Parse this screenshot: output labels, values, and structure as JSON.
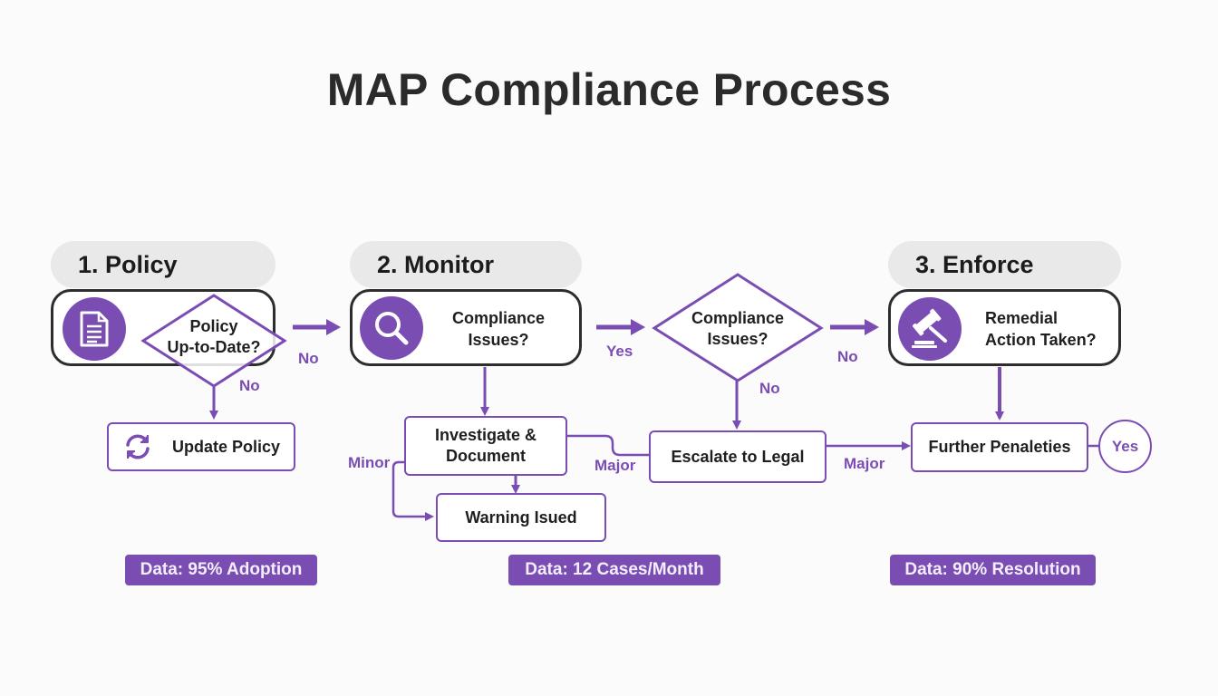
{
  "title": "MAP Compliance Process",
  "colors": {
    "accent": "#7a4db3",
    "card_border": "#2d2d2d",
    "pill_bg": "#e9e9e9",
    "background": "#fbfbfb"
  },
  "phases": [
    {
      "label": "1. Policy",
      "icon": "document-icon",
      "decision": "Policy Up-to-Date?",
      "decision_lines": [
        "Policy",
        "Up-to-Date?"
      ],
      "badge": "Data: 95% Adoption"
    },
    {
      "label": "2. Monitor",
      "icon": "magnifier-icon",
      "card_text_lines": [
        "Compliance",
        "Issues?"
      ],
      "badge": "Data: 12 Cases/Month"
    },
    {
      "label": "3. Enforce",
      "icon": "gavel-icon",
      "card_text_lines": [
        "Remedial",
        "Action Taken?"
      ],
      "badge": "Data: 90% Resolution"
    }
  ],
  "decisions": {
    "compliance_issues": {
      "lines": [
        "Compliance",
        "Issues?"
      ]
    }
  },
  "boxes": {
    "update_policy": {
      "label": "Update Policy",
      "icon": "refresh-icon"
    },
    "investigate": {
      "lines": [
        "Investigate &",
        "Document"
      ]
    },
    "warning": {
      "label": "Warning Isued"
    },
    "escalate": {
      "label": "Escalate to Legal"
    },
    "penalties": {
      "label": "Further Penaleties"
    },
    "yes_terminal": {
      "label": "Yes"
    }
  },
  "edge_labels": {
    "policy_to_monitor": "No",
    "policy_down": "No",
    "monitor_to_decision": "Yes",
    "decision_to_enforce": "No",
    "decision_down": "No",
    "minor": "Minor",
    "major_investigate": "Major",
    "major_escalate": "Major"
  }
}
